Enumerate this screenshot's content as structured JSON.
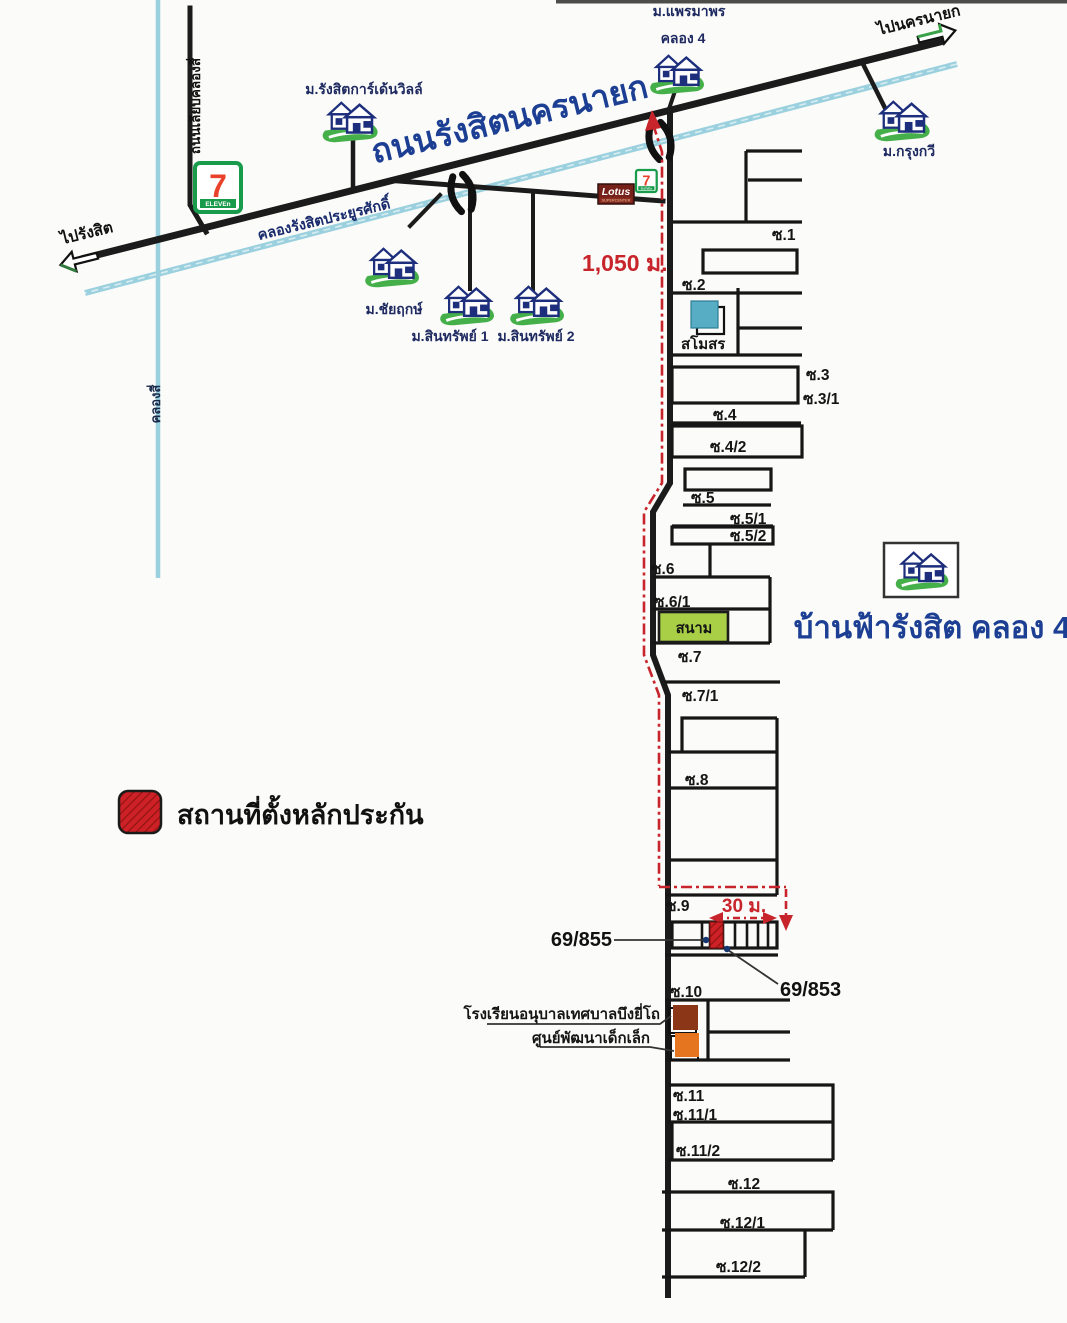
{
  "map": {
    "title": "บ้านฟ้ารังสิต คลอง 4",
    "legend": {
      "label": "สถานที่ตั้งหลักประกัน"
    },
    "roads": {
      "main": "ถนนรังสิตนครนายก",
      "side": "ถนนเลียบคลองสี่"
    },
    "canals": {
      "main": "คลองรังสิตประยูรศักดิ์",
      "side": "คลองสี่"
    },
    "directions": {
      "east": "ไปนครนายก",
      "west": "ไปรังสิต"
    },
    "villages": {
      "garden_ville": "ม.รังสิตการ์เด้นวิลล์",
      "phraemaporn_line1": "ม.แพรมาพร",
      "phraemaporn_line2": "คลอง 4",
      "krungkavee": "ม.กรุงกวี",
      "chaiyapruek": "ม.ชัยฤกษ์",
      "sinsap1": "ม.สินทรัพย์ 1",
      "sinsap2": "ม.สินทรัพย์ 2"
    },
    "distances": {
      "to_project": "1,050 ม.",
      "lot_width": "30 ม."
    },
    "lots": {
      "subject": "69/855",
      "neighbor": "69/853"
    },
    "places": {
      "club": "สโมสร",
      "field": "สนาม",
      "school": "โรงเรียนอนุบาลเทศบาลบึงยี่โถ",
      "childcare": "ศูนย์พัฒนาเด็กเล็ก"
    },
    "sois": [
      "ซ.1",
      "ซ.2",
      "ซ.3",
      "ซ.3/1",
      "ซ.4",
      "ซ.4/2",
      "ซ.5",
      "ซ.5/1",
      "ซ.5/2",
      "ซ.6",
      "ซ.6/1",
      "ซ.7",
      "ซ.7/1",
      "ซ.8",
      "ซ.9",
      "ซ.10",
      "ซ.11",
      "ซ.11/1",
      "ซ.11/2",
      "ซ.12",
      "ซ.12/1",
      "ซ.12/2"
    ],
    "brands": {
      "seven": "7",
      "eleven": "ELEVEn",
      "lotus": "Lotus",
      "lotus_sub": "SUPERCENTER"
    },
    "colors": {
      "road": "#1b1b1b",
      "canal": "#9bd0de",
      "accent_red": "#c8242b",
      "label_blue": "#1c3f94",
      "icon_green": "#45b049",
      "field_green": "#a8cf45",
      "club_blue": "#57aec4",
      "school_brown": "#8a3617",
      "childcare_orange": "#e5761f"
    }
  }
}
